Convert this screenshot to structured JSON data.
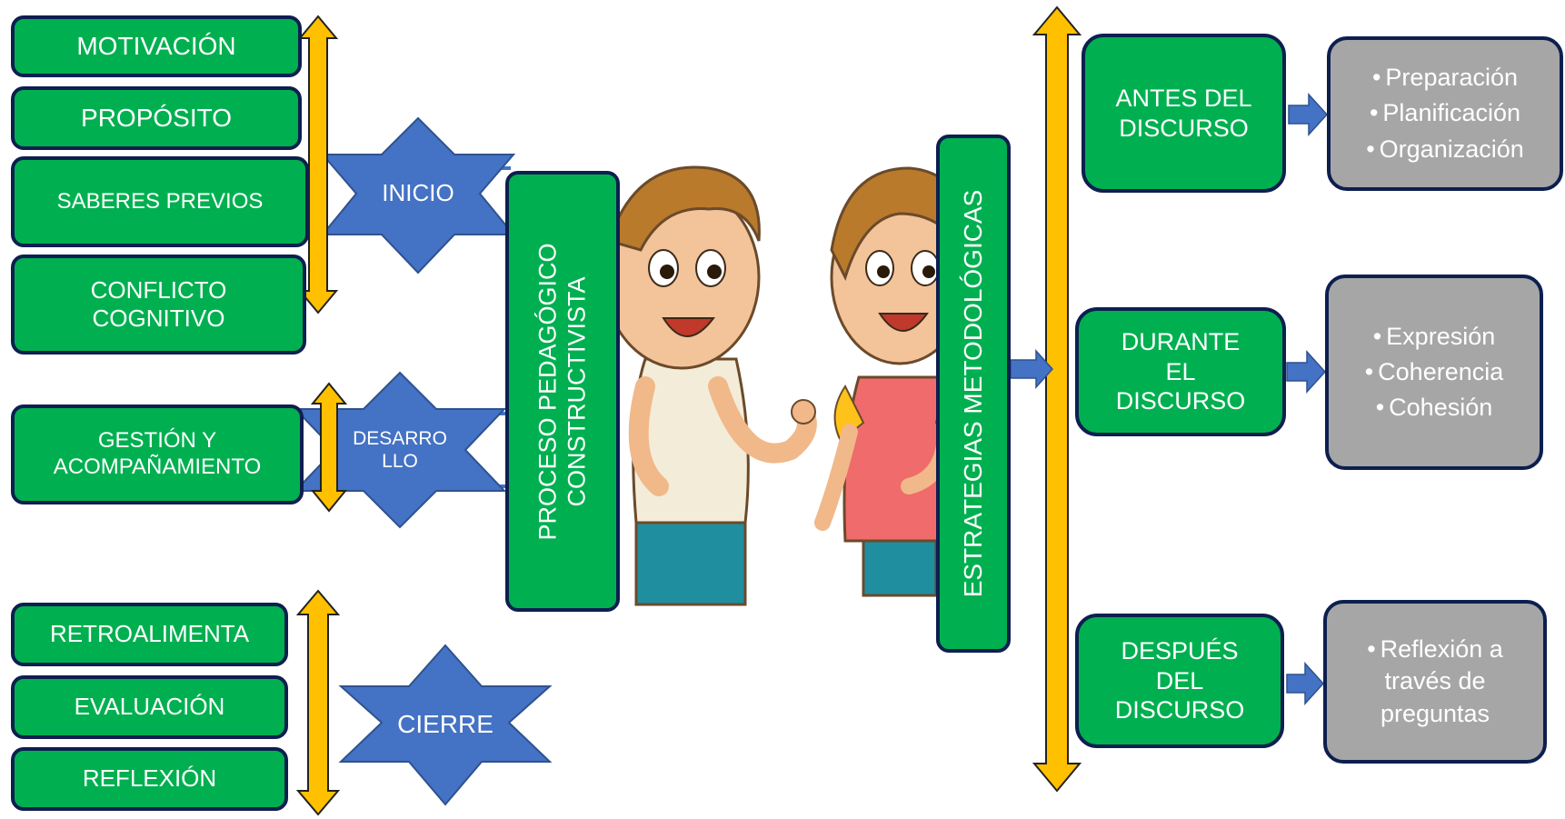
{
  "left_inicio": {
    "motivacion": "MOTIVACIÓN",
    "proposito": "PROPÓSITO",
    "saberes_previos": "SABERES PREVIOS",
    "conflicto_cognitivo": "CONFLICTO\nCOGNITIVO"
  },
  "left_desarrollo": {
    "gestion": "GESTIÓN Y\nACOMPAÑAMIENTO"
  },
  "left_cierre": {
    "retroalimenta": "RETROALIMENTA",
    "evaluacion": "EVALUACIÓN",
    "reflexion": "REFLEXIÓN"
  },
  "stars": {
    "inicio": "INICIO",
    "desarrollo": "DESARRO\nLLO",
    "cierre": "CIERRE"
  },
  "center": {
    "proceso": "PROCESO PEDAGÓGICO\nCONSTRUCTIVISTA",
    "estrategias": "ESTRATEGIAS METODOLÓGICAS"
  },
  "stages": {
    "antes": "ANTES DEL\nDISCURSO",
    "durante": "DURANTE\nEL\nDISCURSO",
    "despues": "DESPUÉS\nDEL\nDISCURSO"
  },
  "details": {
    "antes": [
      "Preparación",
      "Planificación",
      "Organización"
    ],
    "durante": [
      "Expresión",
      "Coherencia",
      "Cohesión"
    ],
    "despues": [
      "Reflexión a\ntravés de\npreguntas"
    ]
  },
  "colors": {
    "green": "#00b050",
    "navy": "#0d1f4f",
    "gold": "#ffc000",
    "star_blue": "#4472c4",
    "gray": "#a6a6a6"
  }
}
